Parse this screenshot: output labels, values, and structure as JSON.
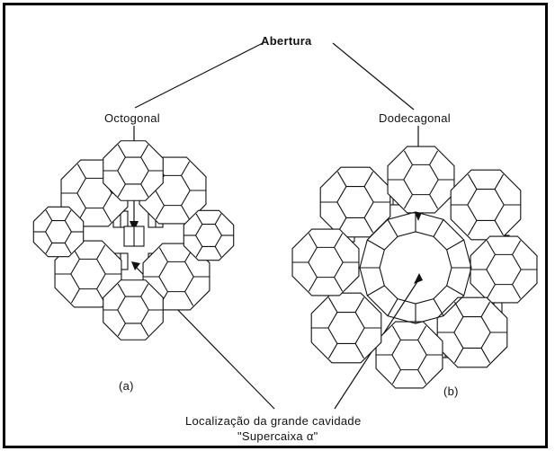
{
  "labels": {
    "top": "Abertura",
    "left_opening": "Octogonal",
    "right_opening": "Dodecagonal",
    "left_structure": "(a)",
    "right_structure": "(b)",
    "bottom_line1": "Localização da grande cavidade",
    "bottom_line2": "\"Supercaixa α\""
  }
}
